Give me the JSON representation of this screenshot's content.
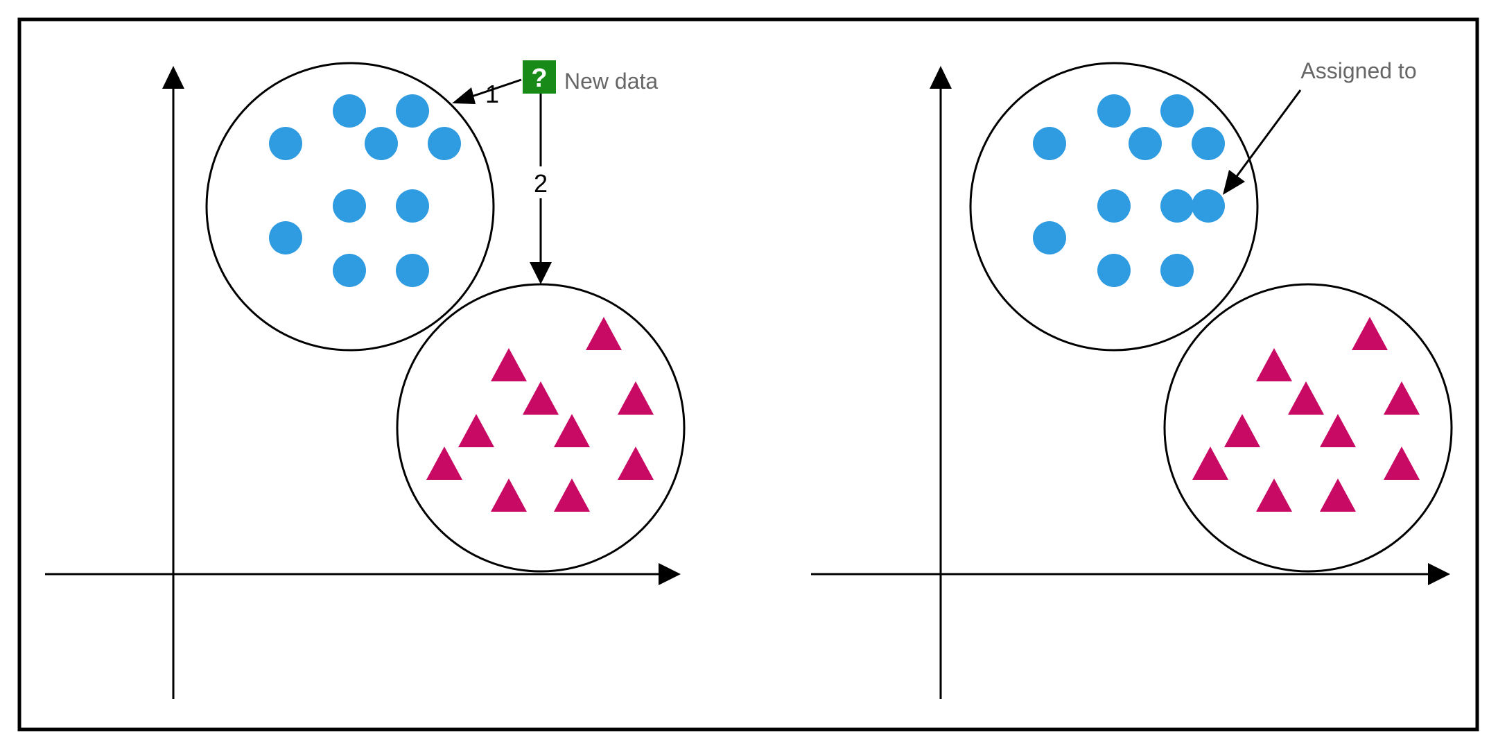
{
  "left_panel": {
    "new_data_label": "New data",
    "new_data_icon": "?",
    "step1_label": "1",
    "step2_label": "2"
  },
  "right_panel": {
    "assigned_label": "Assigned to"
  },
  "colors": {
    "circle_class": "#2f9be0",
    "triangle_class": "#c80a64",
    "new_data_box": "#178a17",
    "new_data_text": "#666666",
    "line": "#000000"
  }
}
